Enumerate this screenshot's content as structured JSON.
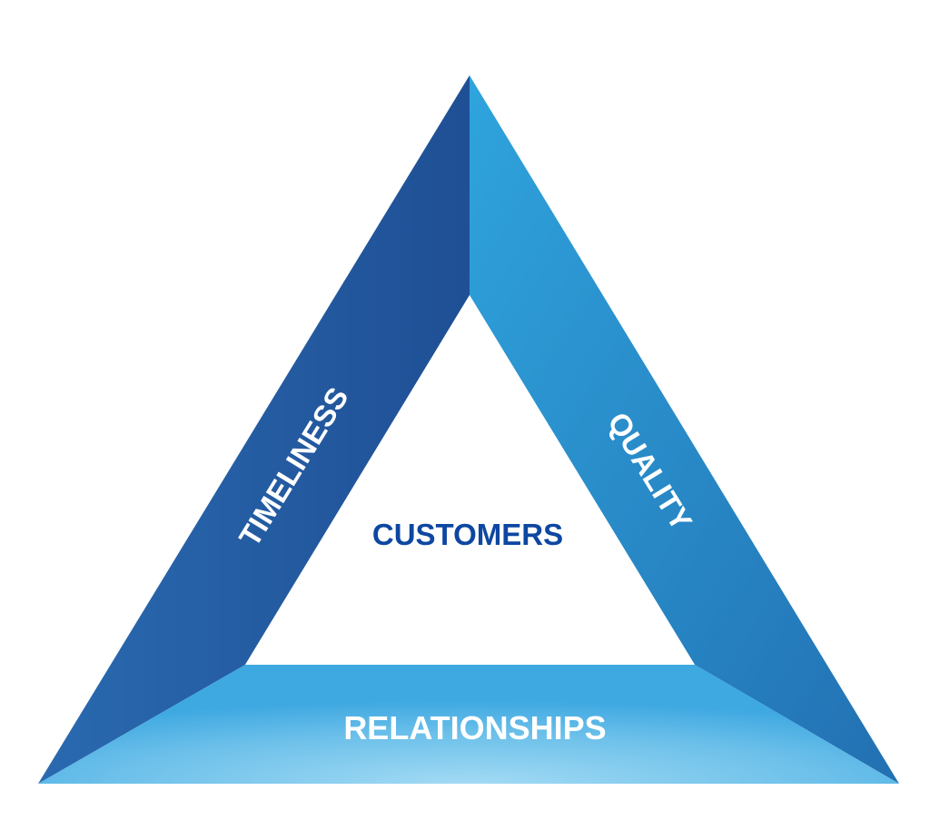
{
  "diagram": {
    "type": "triangle-framework",
    "center": {
      "label": "CUSTOMERS",
      "color": "#0d47a1"
    },
    "sides": [
      {
        "id": "left",
        "label": "TIMELINESS",
        "color_dark": "#1e4e92",
        "color_light": "#2b6fb3"
      },
      {
        "id": "right",
        "label": "QUALITY",
        "color_dark": "#2277b8",
        "color_light": "#2ea2dc"
      },
      {
        "id": "bottom",
        "label": "RELATIONSHIPS",
        "color_dark": "#3aa6e0",
        "color_light": "#8fd1f1"
      }
    ]
  }
}
